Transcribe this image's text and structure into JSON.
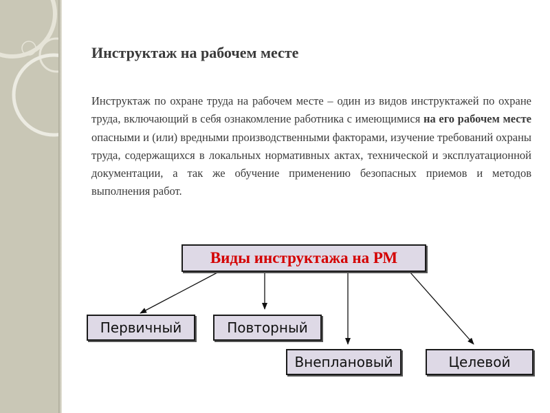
{
  "slide": {
    "title": "Инструктаж на рабочем месте",
    "paragraph": {
      "before_bold": "Инструктаж по охране труда на рабочем месте – один из видов инструктажей по охране труда, включающий в себя ознакомление работника с имеющимися ",
      "bold": "на его рабочем месте",
      "after_bold": " опасными и (или) вредными производственными факторами, изучение требований охраны труда, содержащихся в локальных нормативных актах, технической и эксплуатационной документации, а так же обучение применению безопасных приемов и методов выполнения работ."
    }
  },
  "diagram": {
    "root": "Виды инструктажа на РМ",
    "types": [
      "Первичный",
      "Повторный",
      "Внеплановый",
      "Целевой"
    ]
  },
  "colors": {
    "sidebar": "#c9c7b6",
    "box_fill": "#ded9e6",
    "root_text": "#d40000",
    "body_text": "#3a3a3a"
  }
}
